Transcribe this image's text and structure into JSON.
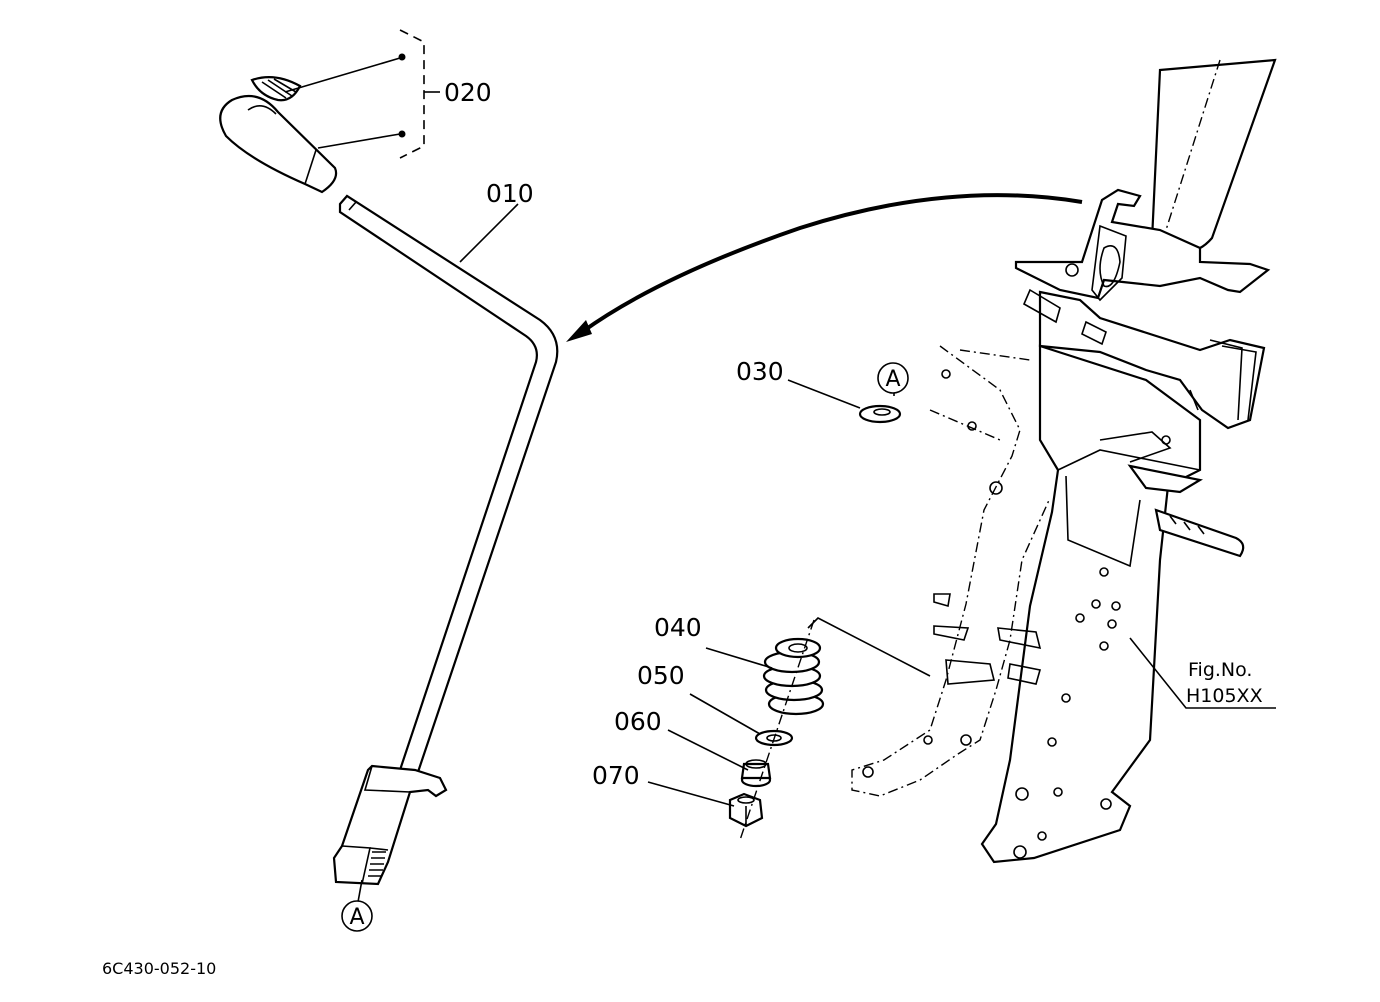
{
  "diagram": {
    "callouts": {
      "part_010": "010",
      "part_020": "020",
      "part_030": "030",
      "part_040": "040",
      "part_050": "050",
      "part_060": "060",
      "part_070": "070"
    },
    "reference_mark_top": "A",
    "reference_mark_bottom": "A",
    "fig_no_label": "Fig.No.",
    "fig_no_value": "H105XX",
    "drawing_code": "6C430-052-10"
  }
}
